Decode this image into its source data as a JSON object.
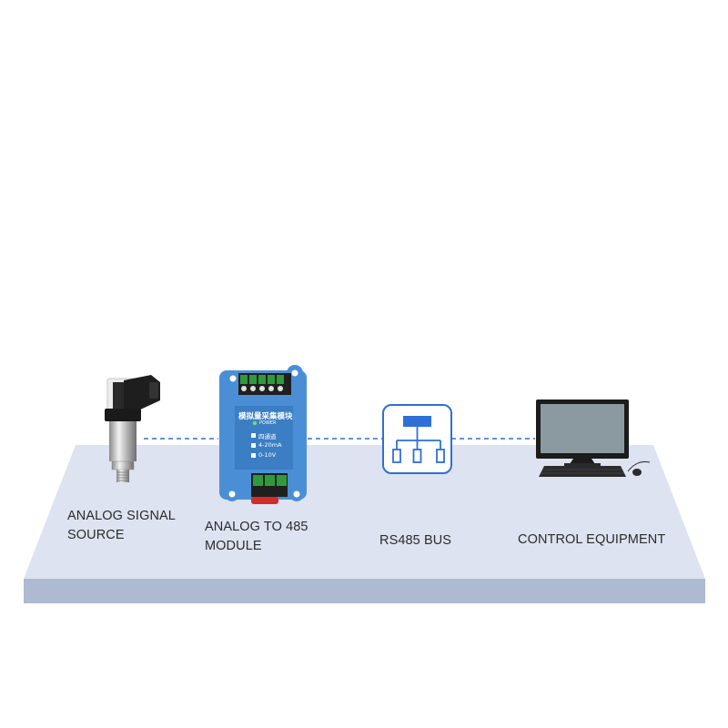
{
  "labels": {
    "analog_source": [
      "ANALOG SIGNAL",
      "SOURCE"
    ],
    "module": [
      "ANALOG TO 485",
      "MODULE"
    ],
    "bus": [
      "RS485 BUS"
    ],
    "control": [
      "CONTROL EQUIPMENT"
    ]
  },
  "module_panel": {
    "title": "模拟量采集模块",
    "power": "POWER",
    "channel": "四通道",
    "current": "4-20mA",
    "voltage": "0-10V"
  },
  "colors": {
    "platform_top": "#dde3f0",
    "platform_side": "#aeb9d2",
    "module_blue": "#4a8fd6",
    "bus_icon_blue": "#2f6fd6",
    "dashed_line": "#2f6fd6"
  }
}
